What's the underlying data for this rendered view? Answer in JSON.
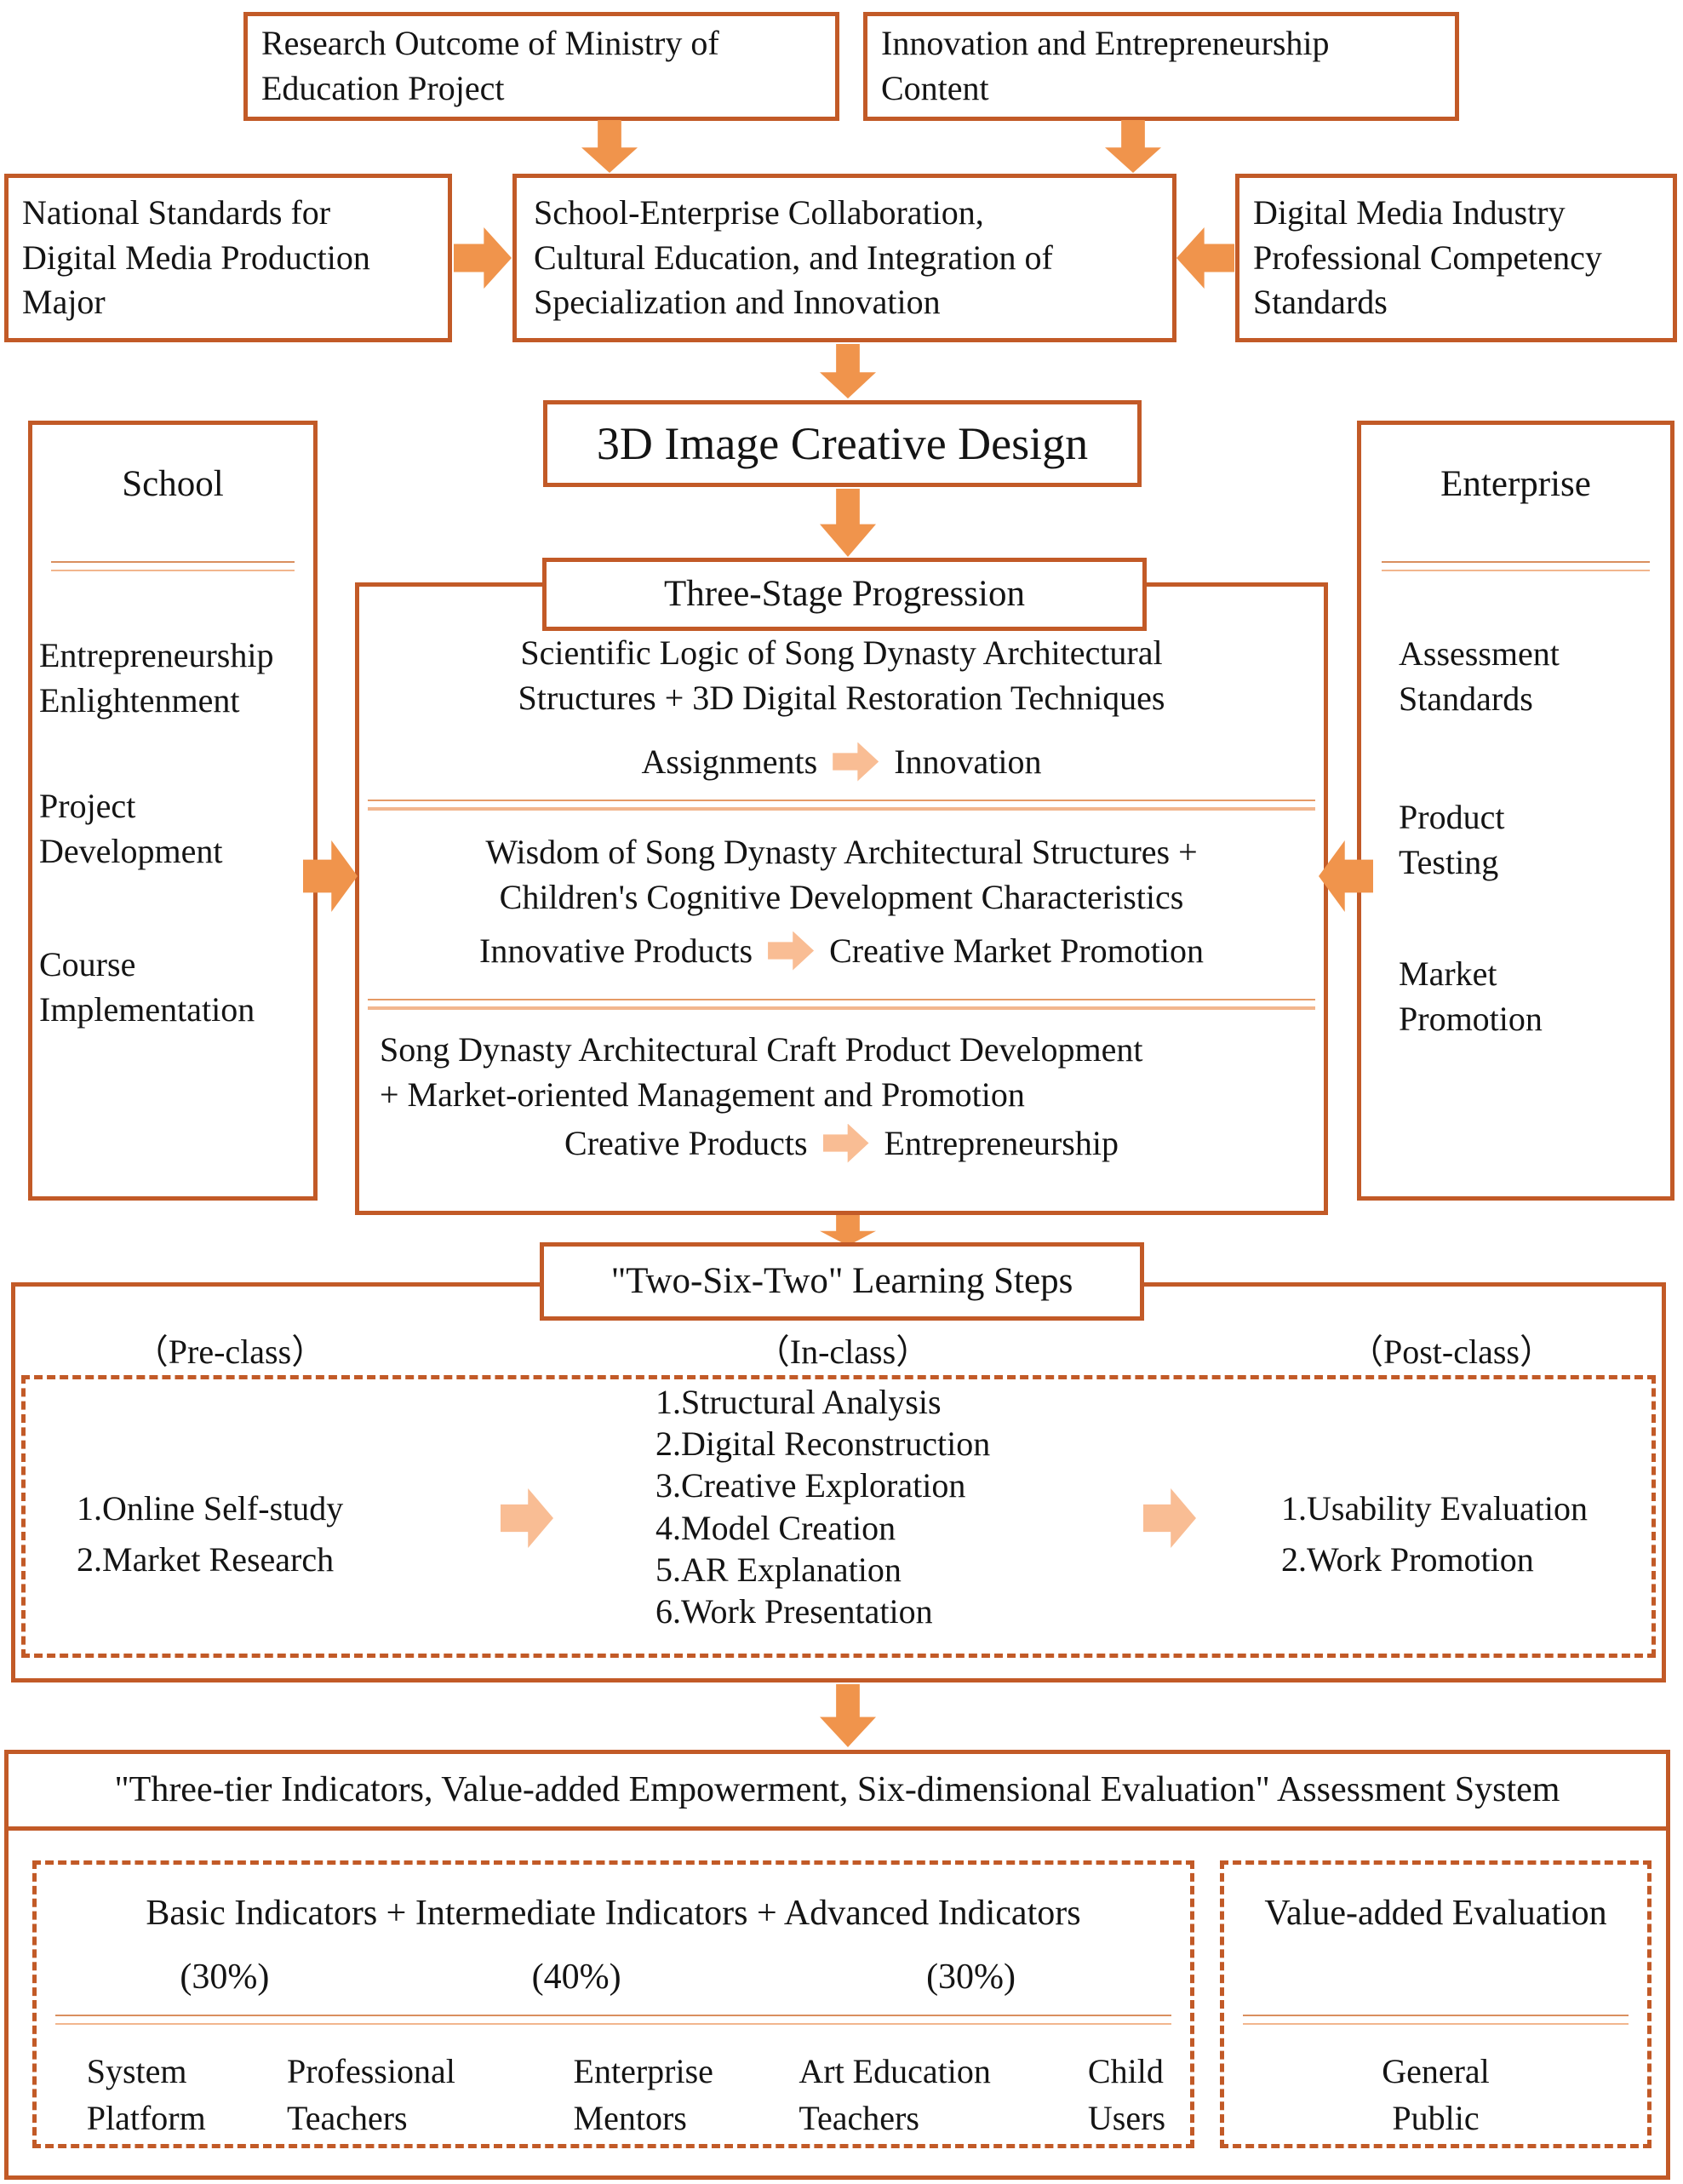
{
  "colors": {
    "border": "#c25a27",
    "arrow": "#f0944c",
    "arrow_light": "#f9bd94",
    "separator_dark": "#d98f5f",
    "separator_light": "#f2b68e"
  },
  "sources": {
    "research": "Research Outcome of Ministry of\nEducation Project",
    "innovation": "Innovation and Entrepreneurship\nContent",
    "national_standards": "National Standards for\nDigital Media Production\nMajor",
    "integration": "School-Enterprise Collaboration,\nCultural Education, and Integration of\nSpecialization and Innovation",
    "industry_standards": "Digital Media Industry\nProfessional Competency\nStandards"
  },
  "course": {
    "title": "3D Image Creative Design"
  },
  "school": {
    "title": "School",
    "items": [
      "Entrepreneurship\nEnlightenment",
      "Project\nDevelopment",
      "Course\nImplementation"
    ]
  },
  "enterprise": {
    "title": "Enterprise",
    "items": [
      "Assessment\nStandards",
      "Product\nTesting",
      "Market\nPromotion"
    ]
  },
  "stages": {
    "title": "Three-Stage Progression",
    "stage1": {
      "desc": "Scientific Logic of Song Dynasty Architectural\nStructures + 3D Digital Restoration Techniques",
      "from": "Assignments",
      "to": "Innovation"
    },
    "stage2": {
      "desc": "Wisdom of Song Dynasty Architectural Structures +\nChildren's Cognitive Development Characteristics",
      "from": "Innovative Products",
      "to": "Creative Market Promotion"
    },
    "stage3": {
      "desc": "Song Dynasty Architectural Craft Product Development\n+ Market-oriented Management and Promotion",
      "from": "Creative Products",
      "to": "Entrepreneurship"
    }
  },
  "learning": {
    "title": "\"Two-Six-Two\" Learning Steps",
    "phase_pre": "（Pre-class）",
    "phase_in": "（In-class）",
    "phase_post": "（Post-class）",
    "pre": [
      "1.Online Self-study",
      "2.Market Research"
    ],
    "in_class": [
      "1.Structural Analysis",
      "2.Digital Reconstruction",
      "3.Creative Exploration",
      "4.Model Creation",
      "5.AR Explanation",
      "6.Work Presentation"
    ],
    "post": [
      "1.Usability Evaluation",
      "2.Work Promotion"
    ]
  },
  "assessment": {
    "title": "\"Three-tier Indicators, Value-added Empowerment, Six-dimensional Evaluation\" Assessment System",
    "indicators": "Basic Indicators + Intermediate Indicators + Advanced Indicators",
    "weights": [
      "(30%)",
      "(40%)",
      "(30%)"
    ],
    "evaluators": [
      "System\nPlatform",
      "Professional\nTeachers",
      "Enterprise\nMentors",
      "Art Education\nTeachers",
      "Child\nUsers"
    ],
    "value_added": {
      "title": "Value-added Evaluation",
      "evaluator": "General\nPublic"
    }
  }
}
